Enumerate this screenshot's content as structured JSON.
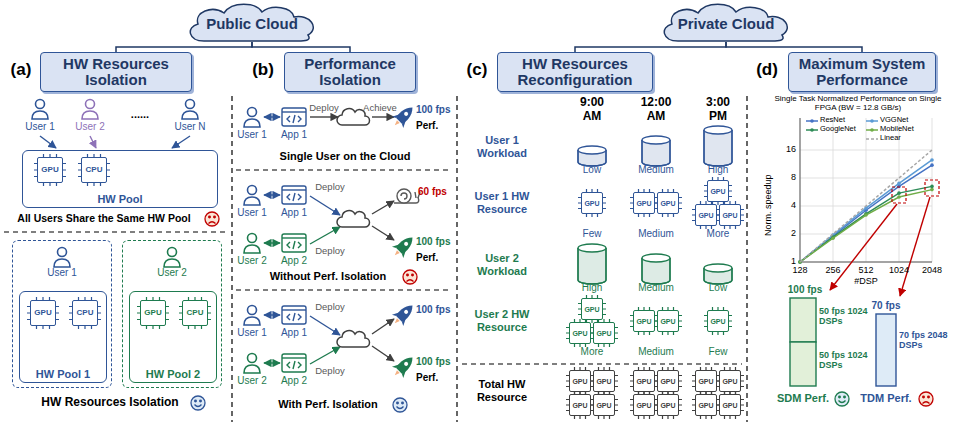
{
  "diagram": {
    "nodes": [
      {
        "text": [
          "Public Cloud"
        ]
      },
      {
        "text": [
          "Private Cloud"
        ]
      },
      {
        "text": [
          "HW Resources Isolation"
        ]
      },
      {
        "text": [
          "Performance Isolation"
        ]
      },
      {
        "text": [
          "HW Resources Reconfiguration"
        ]
      },
      {
        "text": [
          "Maximum System Performance"
        ]
      },
      {
        "text": [
          "HW Pool"
        ]
      },
      {
        "text": [
          "GPU"
        ],
        "in": 6
      },
      {
        "text": [
          "CPU"
        ],
        "in": 6
      },
      {
        "text": [
          "User 1"
        ]
      },
      {
        "text": [
          "HW Pool 1"
        ],
        "in": 9
      },
      {
        "text": [
          "GPU"
        ],
        "in": 10
      },
      {
        "text": [
          "CPU"
        ],
        "in": 10
      },
      {
        "text": [
          "User 2"
        ]
      },
      {
        "text": [
          "HW Pool 2"
        ],
        "in": 13
      },
      {
        "text": [
          "GPU"
        ],
        "in": 14
      },
      {
        "text": [
          "CPU"
        ],
        "in": 14
      },
      {
        "text": [
          "GPU"
        ]
      },
      {
        "text": [
          "GPU"
        ]
      },
      {
        "text": [
          "GPU"
        ]
      },
      {
        "text": [
          "GPU"
        ]
      },
      {
        "text": [
          "GPU"
        ]
      },
      {
        "text": [
          "GPU"
        ]
      },
      {
        "text": [
          "GPU"
        ]
      },
      {
        "text": [
          "GPU"
        ]
      },
      {
        "text": [
          "GPU"
        ]
      },
      {
        "text": [
          "GPU"
        ]
      },
      {
        "text": [
          "GPU"
        ]
      },
      {
        "text": [
          "GPU"
        ]
      },
      {
        "text": [
          "GPU"
        ]
      },
      {
        "text": [
          "GPU"
        ]
      },
      {
        "text": [
          "GPU"
        ]
      },
      {
        "text": [
          "GPU"
        ]
      },
      {
        "text": [
          "GPU"
        ]
      },
      {
        "text": [
          "GPU"
        ]
      },
      {
        "text": [
          "GPU"
        ]
      },
      {
        "text": [
          "GPU"
        ]
      },
      {
        "text": [
          "GPU"
        ]
      },
      {
        "text": [
          "GPU"
        ]
      },
      {
        "text": [
          "GPU"
        ]
      },
      {
        "text": [
          "GPU"
        ]
      }
    ],
    "edges": [
      {
        "from": 0,
        "to": 2,
        "arrow": "none"
      },
      {
        "from": 0,
        "to": 3,
        "arrow": "none"
      },
      {
        "from": 1,
        "to": 4,
        "arrow": "none"
      },
      {
        "from": 1,
        "to": 5,
        "arrow": "none"
      }
    ],
    "labels": [
      "(a)",
      "(b)",
      "(c)",
      "(d)",
      "User 1",
      "User 2",
      "......",
      "User N",
      "All Users Share the Same HW Pool",
      "HW Resources Isolation",
      "User 1",
      "App 1",
      "Deploy",
      "Achieve",
      "100 fps",
      "Perf.",
      "Single User on the Cloud",
      "User 1",
      "App 1",
      "User 2",
      "App 2",
      "Deploy",
      "Deploy",
      "60 fps",
      "100 fps",
      "Perf.",
      "Without Perf. Isolation",
      "User 1",
      "App 1",
      "User 2",
      "App 2",
      "Deploy",
      "Deploy",
      "100 fps",
      "100 fps",
      "Perf.",
      "With Perf. Isolation",
      "9:00 AM",
      "12:00 AM",
      "3:00 PM",
      "User 1 Workload",
      "Low",
      "Medium",
      "High",
      "User 1 HW Resource",
      "Few",
      "Medium",
      "More",
      "User 2 Workload",
      "High",
      "Medium",
      "Low",
      "User 2 HW Resource",
      "More",
      "Medium",
      "Few",
      "Total HW Resource",
      "Single Task Normalized Performance on Single FPGA (BW = 12.8 GB/s)",
      "16",
      "8",
      "4",
      "2",
      "1",
      "128",
      "256",
      "512",
      "1024",
      "2048",
      "#DSP",
      "Norm. speedup",
      "100 fps",
      "50 fps 1024 DSPs",
      "50 fps 1024 DSPs",
      "SDM Perf.",
      "70 fps",
      "70 fps 2048 DSPs",
      "TDM Perf."
    ],
    "legend": [
      {
        "text": "ResNet"
      },
      {
        "text": "VGGNet"
      },
      {
        "text": "GoogleNet"
      },
      {
        "text": "MobileNet"
      },
      {
        "text": "Linear"
      }
    ]
  }
}
